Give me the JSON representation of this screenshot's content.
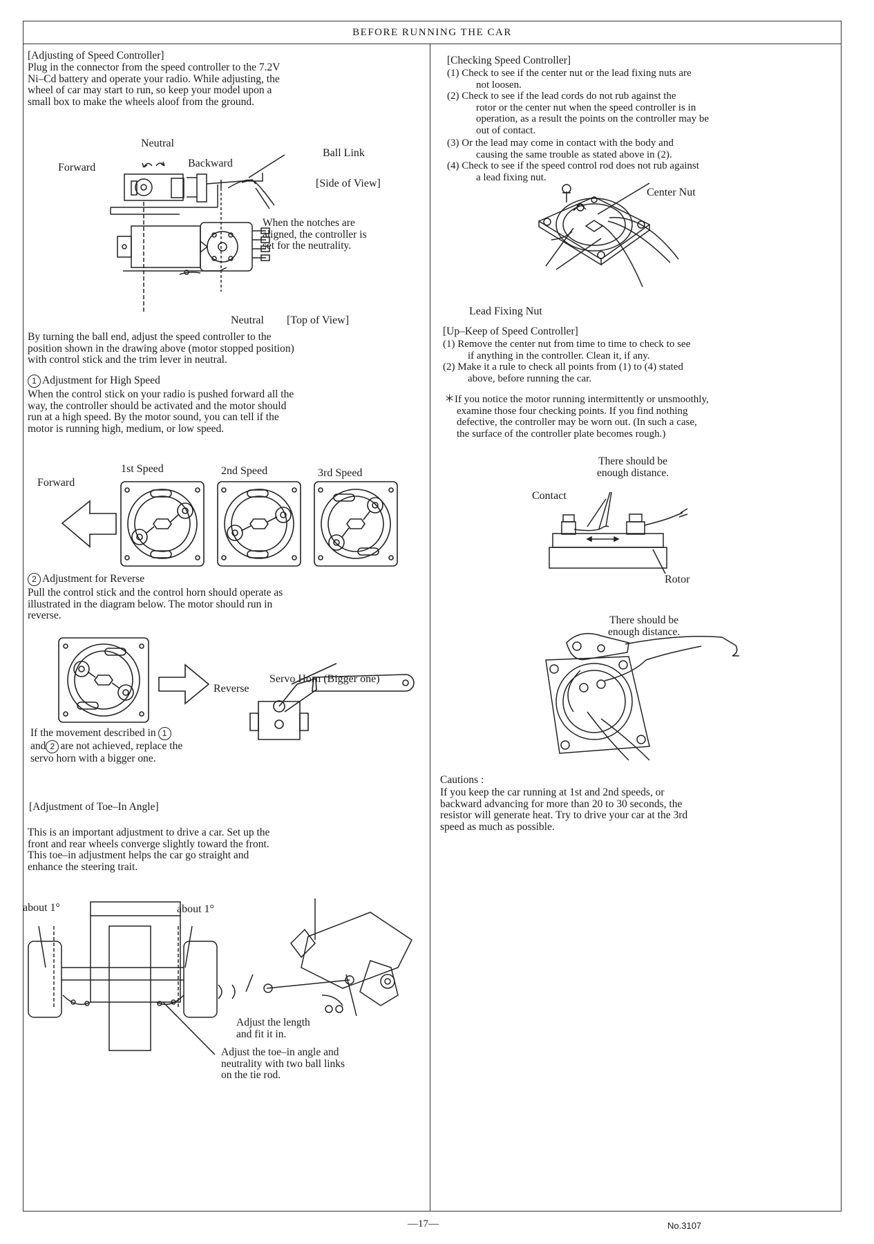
{
  "header": "BEFORE RUNNING THE CAR",
  "left": {
    "speed_title": "[Adjusting of Speed Controller]",
    "speed_intro": [
      "Plug in the connector from the speed controller to the 7.2V",
      "Ni–Cd battery and operate your radio. While adjusting, the",
      "wheel of car may start to run, so keep your model upon a",
      "small box to make the wheels aloof from the ground."
    ],
    "fig1": {
      "neutral_top": "Neutral",
      "forward": "Forward",
      "backward": "Backward",
      "ball_link": "Ball Link",
      "side_view": "[Side of View]",
      "notches": [
        "When the notches are",
        "aligned, the controller is",
        "set for the neutrality."
      ],
      "neutral_bottom": "Neutral",
      "top_view": "[Top of View]"
    },
    "turning": [
      "By turning the ball end, adjust the speed controller to the",
      "position shown in the drawing above (motor stopped position)",
      "with control stick and the trim lever in neutral."
    ],
    "high_num": "1",
    "high_title": "Adjustment for High Speed",
    "high_text": [
      "When the control stick on your radio is pushed forward all the",
      "way, the controller should be activated and the motor should",
      "run at a high speed. By the motor sound, you can tell if the",
      "motor is running high, medium, or low speed."
    ],
    "speeds": {
      "forward": "Forward",
      "labels": [
        "1st Speed",
        "2nd Speed",
        "3rd Speed"
      ]
    },
    "rev_num": "2",
    "rev_title": "Adjustment for Reverse",
    "rev_text": [
      "Pull the control stick and the control horn should operate as",
      "illustrated in the diagram below. The motor should run in",
      "reverse."
    ],
    "reverse": "Reverse",
    "servo_horn": "Servo Horn (Bigger one)",
    "if_text": {
      "l1a": "If the movement described in",
      "n1": "1",
      "l2a": "and",
      "n2": "2",
      "l2b": "are not achieved, replace the",
      "l3": "servo horn with a bigger one."
    },
    "toe_title": "[Adjustment of Toe–In Angle]",
    "toe_text": [
      "This is an important adjustment to drive a car. Set up the",
      "front and rear wheels converge slightly toward the front.",
      "This toe–in adjustment helps the car go straight and",
      "enhance the steering trait."
    ],
    "about_left": "about 1°",
    "about_right": "about 1°",
    "adjust_length": [
      "Adjust the length",
      "and fit it in."
    ],
    "adjust_toe": [
      "Adjust the toe–in angle and",
      "neutrality with two ball links",
      "on the tie rod."
    ]
  },
  "right": {
    "check_title": "[Checking Speed Controller]",
    "checks": [
      {
        "n": "(1)",
        "lines": [
          "Check to see if the center nut or the lead fixing nuts are",
          "not loosen."
        ]
      },
      {
        "n": "(2)",
        "lines": [
          "Check to see if the lead cords do not rub against the",
          "rotor or the center nut when the speed controller is in",
          "operation, as a result the points on the controller may be",
          "out of contact."
        ]
      },
      {
        "n": "(3)",
        "lines": [
          "Or the lead may come in contact with the body and",
          "causing the same trouble as stated above in (2)."
        ]
      },
      {
        "n": "(4)",
        "lines": [
          "Check to see if the speed control rod does not rub against",
          "a lead fixing nut."
        ]
      }
    ],
    "center_nut": "Center Nut",
    "lead_fixing_nut": "Lead Fixing Nut",
    "upkeep_title": "[Up–Keep of Speed Controller]",
    "upkeep": [
      {
        "n": "(1)",
        "lines": [
          "Remove the center nut from time to time to check to see",
          "if anything in the controller. Clean it, if any."
        ]
      },
      {
        "n": "(2)",
        "lines": [
          "Make it a rule to check all points from (1) to (4) stated",
          "above, before running the car."
        ]
      }
    ],
    "note": [
      "＊If you notice the motor running intermittently or unsmoothly,",
      "examine those four checking points. If you find nothing",
      "defective, the controller may be worn out. (In such a case,",
      "the surface of the controller plate becomes rough.)"
    ],
    "distance1": [
      "There should be",
      "enough distance."
    ],
    "contact": "Contact",
    "rotor": "Rotor",
    "distance2": [
      "There should be",
      "enough distance."
    ],
    "cautions_title": "Cautions :",
    "cautions": [
      "If you keep the car running at 1st and 2nd speeds, or",
      "backward advancing for more than 20 to 30 seconds, the",
      "resistor will generate heat. Try to drive your car at the 3rd",
      "speed as much as possible."
    ]
  },
  "footer": {
    "page": "—17—",
    "model": "No.3107"
  }
}
